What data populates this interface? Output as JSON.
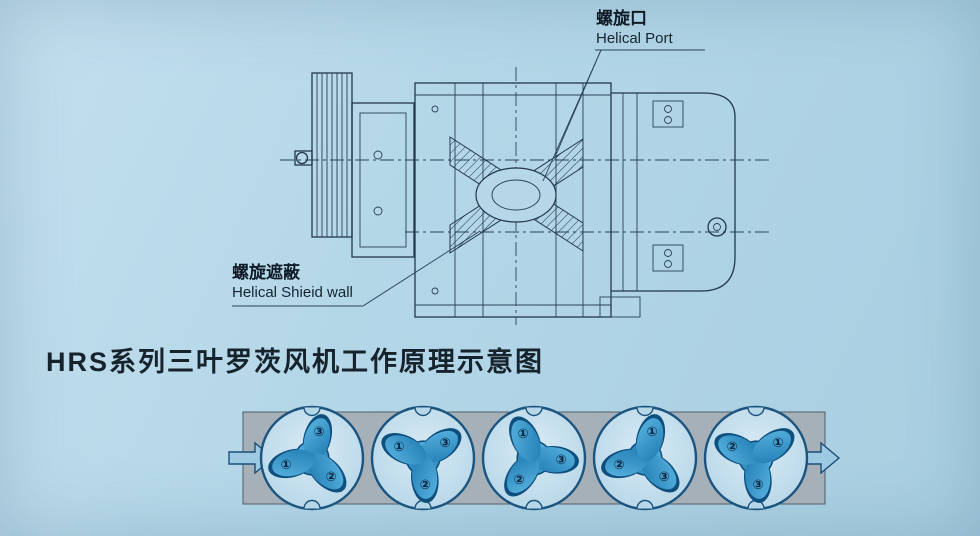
{
  "title": "HRS系列三叶罗茨风机工作原理示意图",
  "annotations": {
    "helical_port": {
      "cn": "螺旋口",
      "en": "Helical Port"
    },
    "helical_shield_wall": {
      "cn": "螺旋遮蔽",
      "en": "Helical Shieid wall"
    }
  },
  "principle": {
    "flow": "left-to-right",
    "stages": [
      {
        "name": "stage-1",
        "markers": [
          "③",
          "②",
          "①"
        ]
      },
      {
        "name": "stage-2",
        "markers": [
          "③",
          "②",
          "①"
        ]
      },
      {
        "name": "stage-3",
        "markers": [
          "③",
          "②",
          "①"
        ]
      },
      {
        "name": "stage-4",
        "markers": [
          "③",
          "②",
          "①"
        ]
      },
      {
        "name": "stage-5",
        "markers": [
          "③",
          "②",
          "①"
        ]
      }
    ]
  },
  "colors": {
    "background": "#b5d7e7",
    "line": "#22374d",
    "rotor_fill": "#2f97d0",
    "rotor_edge": "#0f4f7e",
    "casing_gray": "#a6b0b8"
  }
}
